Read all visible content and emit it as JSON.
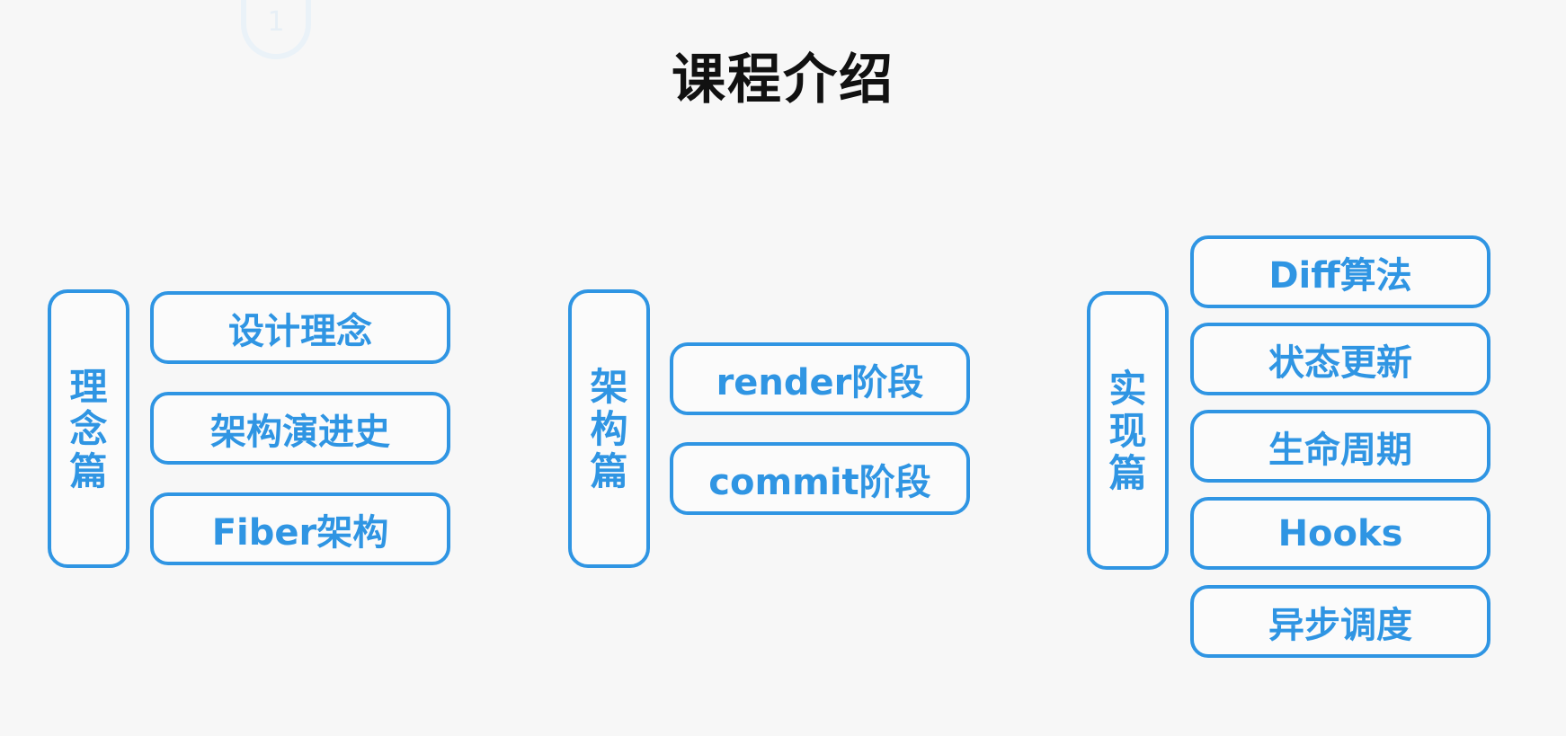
{
  "slide_number": "1",
  "title": "课程介绍",
  "groups": [
    {
      "label": "理念篇",
      "items": [
        "设计理念",
        "架构演进史",
        "Fiber架构"
      ]
    },
    {
      "label": "架构篇",
      "items": [
        "render阶段",
        "commit阶段"
      ]
    },
    {
      "label": "实现篇",
      "items": [
        "Diff算法",
        "状态更新",
        "生命周期",
        "Hooks",
        "异步调度"
      ]
    }
  ],
  "colors": {
    "accent": "#2f95e3",
    "background": "#f7f7f7",
    "title": "#111111"
  }
}
